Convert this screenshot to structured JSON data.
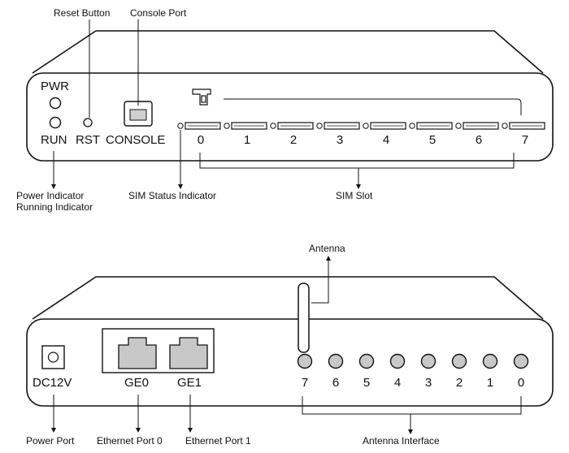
{
  "front_panel": {
    "labels": {
      "pwr": "PWR",
      "run": "RUN",
      "rst": "RST",
      "console": "CONSOLE"
    },
    "sim_slot_numbers": [
      "0",
      "1",
      "2",
      "3",
      "4",
      "5",
      "6",
      "7"
    ],
    "callouts": {
      "reset_button": "Reset Button",
      "console_port": "Console Port",
      "power_indicator": "Power Indicator",
      "running_indicator": "Running Indicator",
      "sim_status_indicator": "SIM Status Indicator",
      "sim_slot": "SIM Slot"
    }
  },
  "rear_panel": {
    "labels": {
      "dc": "DC12V",
      "ge0": "GE0",
      "ge1": "GE1"
    },
    "antenna_numbers": [
      "7",
      "6",
      "5",
      "4",
      "3",
      "2",
      "1",
      "0"
    ],
    "callouts": {
      "antenna": "Antenna",
      "power_port": "Power Port",
      "ethernet_port_0": "Ethernet Port 0",
      "ethernet_port_1": "Ethernet Port 1",
      "antenna_interface": "Antenna Interface"
    }
  },
  "colors": {
    "outline": "#111111",
    "port_fill": "#c8c8c8",
    "background": "#ffffff"
  }
}
